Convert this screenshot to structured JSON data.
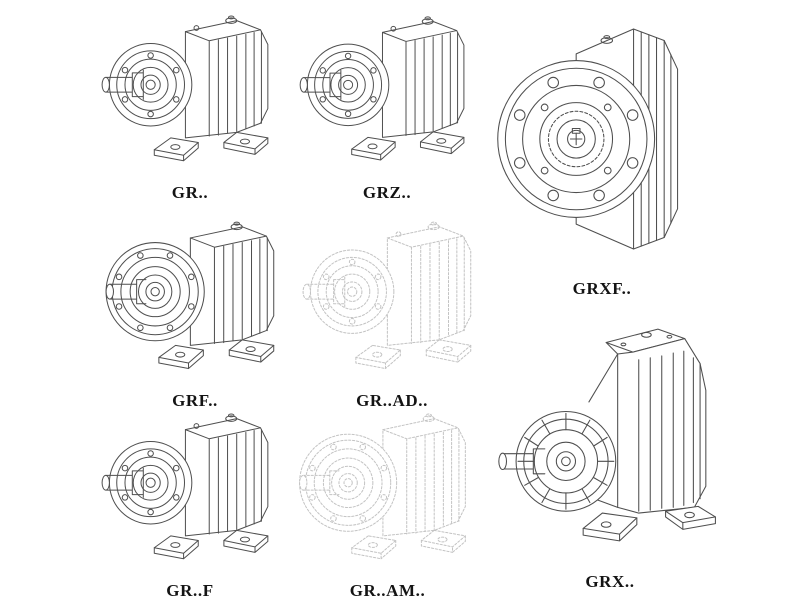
{
  "page": {
    "background": "#ffffff",
    "line_color": "#4f4f4f",
    "ghost_line_color": "#c3c3c3",
    "description": "Catalog sheet of helical gear reducer model variants shown as technical line drawings"
  },
  "catalog": {
    "items": [
      {
        "id": "gr",
        "label": "GR..",
        "drawing": "foot-mounted-helical-gearbox-iso-drawing"
      },
      {
        "id": "grz",
        "label": "GRZ..",
        "drawing": "foot-mounted-helical-gearbox-iso-drawing"
      },
      {
        "id": "grxf",
        "label": "GRXF..",
        "drawing": "flange-mounted-gearbox-front-view-drawing"
      },
      {
        "id": "grf",
        "label": "GRF..",
        "drawing": "flange-helical-gearbox-iso-drawing"
      },
      {
        "id": "gr-ad",
        "label": "GR..AD..",
        "drawing": "input-adapter-gearbox-ghost-iso-drawing"
      },
      {
        "id": "gr-f",
        "label": "GR..F",
        "drawing": "foot-flange-helical-gearbox-iso-drawing"
      },
      {
        "id": "gr-am",
        "label": "GR..AM..",
        "drawing": "motor-adapter-gearbox-ghost-iso-drawing"
      },
      {
        "id": "grx",
        "label": "GRX..",
        "drawing": "grx-helical-gearbox-iso-drawing"
      }
    ]
  }
}
